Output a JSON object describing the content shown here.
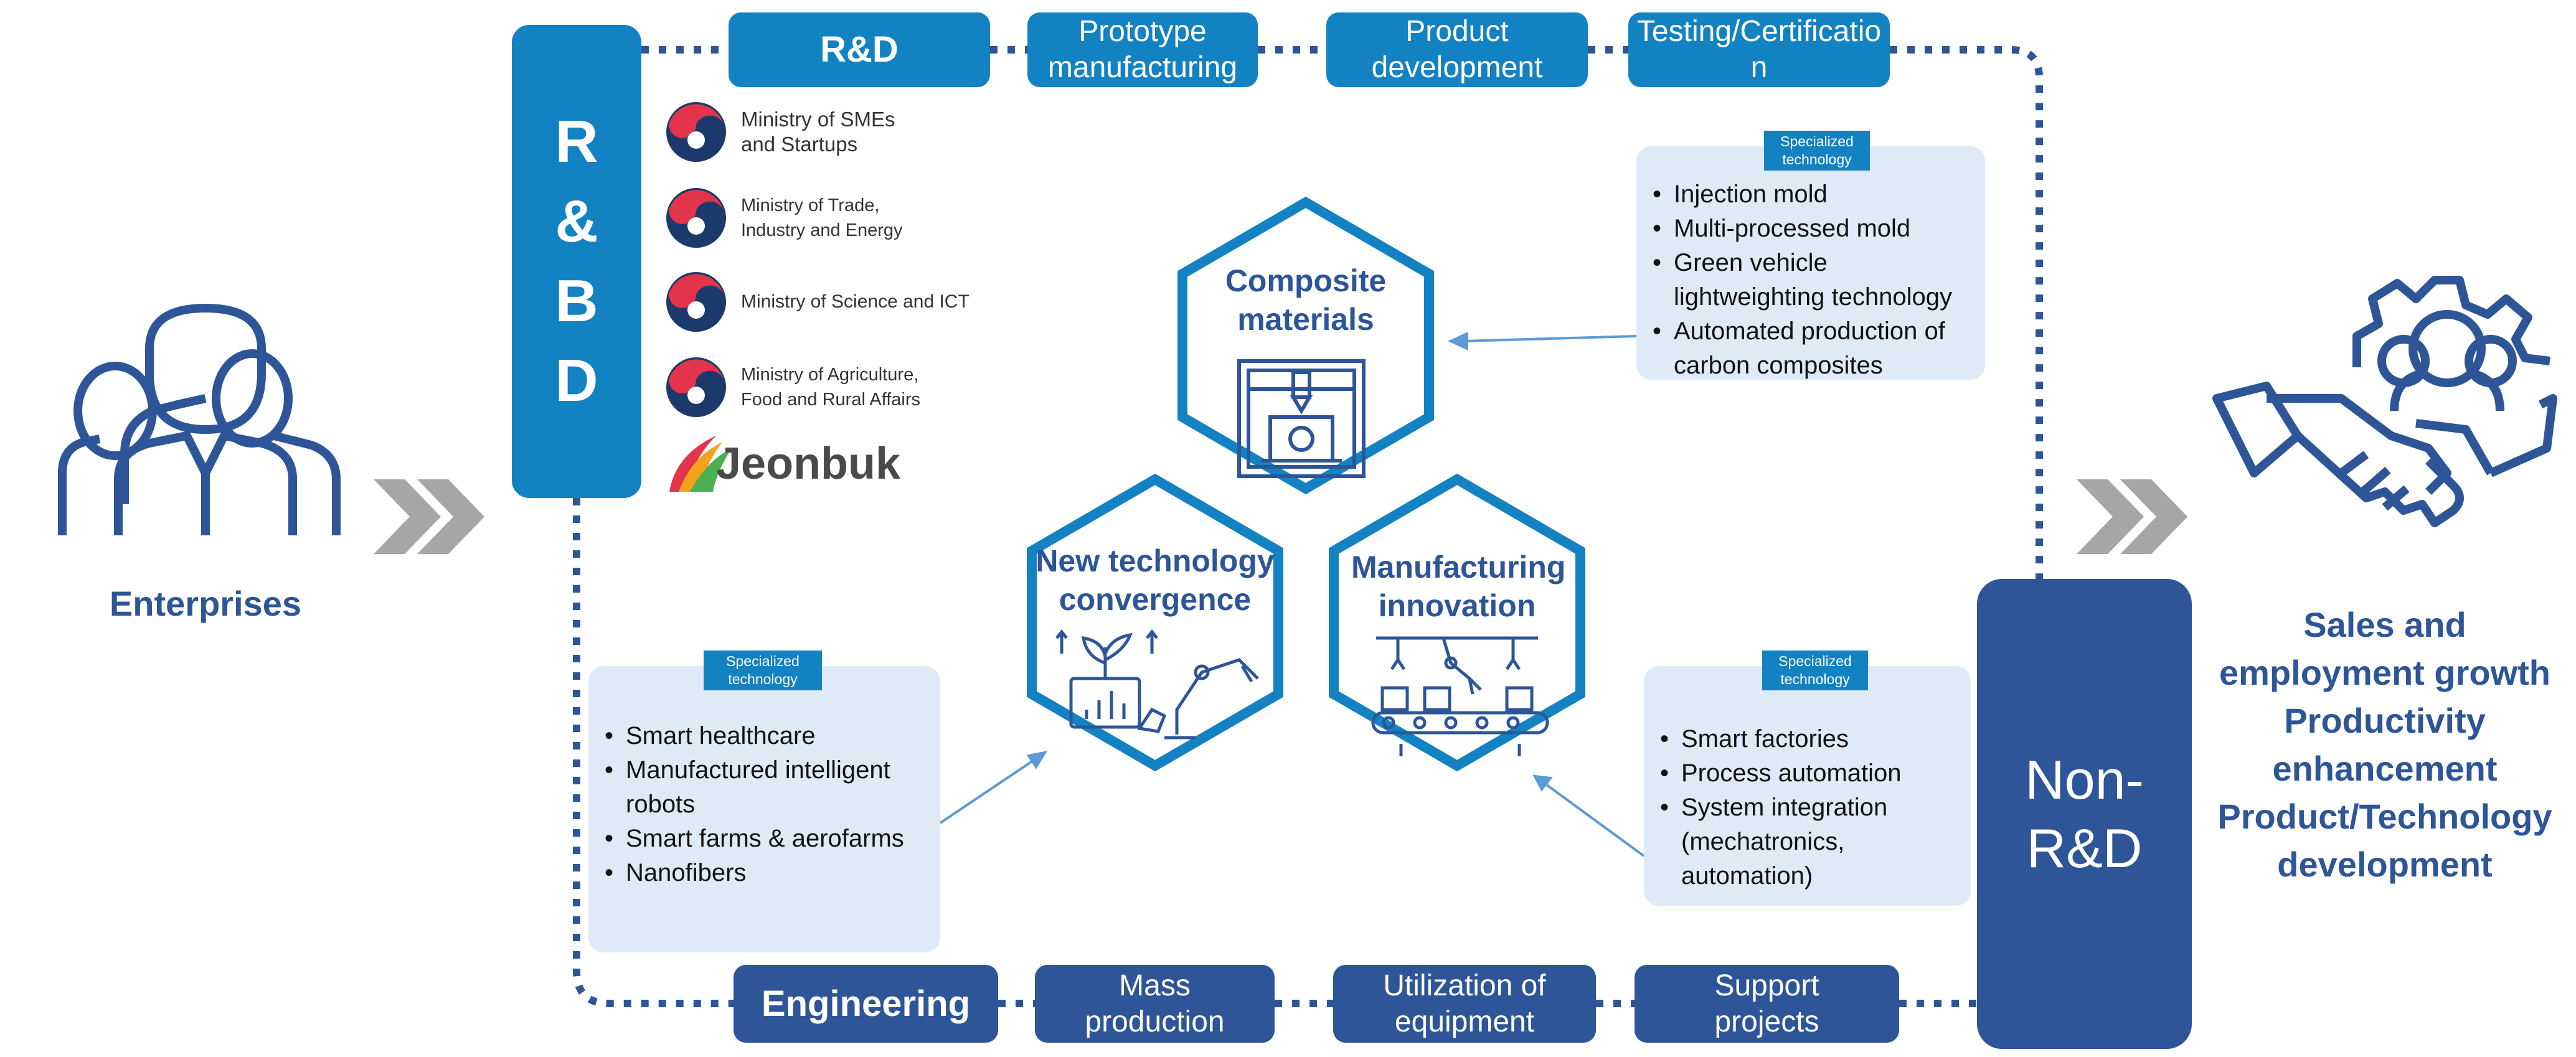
{
  "colors": {
    "accent_blue": "#1382c2",
    "dark_blue": "#2d5597",
    "panel_bg": "#deebf7",
    "chevron_gray": "#a6a6a6"
  },
  "rbd": {
    "letters": [
      "R",
      "&",
      "B",
      "D"
    ]
  },
  "non_rd": {
    "label": "Non-R&D"
  },
  "top_row": {
    "rd": "R&D",
    "prototype": "Prototype manufacturing",
    "product": "Product development",
    "testing": "Testing/Certification"
  },
  "bottom_row": {
    "engineering": "Engineering",
    "mass": "Mass production",
    "equipment": "Utilization of equipment",
    "support": "Support projects"
  },
  "ministries": [
    {
      "name": "Ministry of SMEs and Startups",
      "icon": "korea-emblem-icon"
    },
    {
      "name": "Ministry of Trade, Industry and Energy",
      "icon": "korea-emblem-icon"
    },
    {
      "name": "Ministry of Science and ICT",
      "icon": "korea-emblem-icon"
    },
    {
      "name": "Ministry of Agriculture, Food and Rural Affairs",
      "icon": "korea-emblem-icon"
    }
  ],
  "jeonbuk": {
    "name": "Jeonbuk"
  },
  "enterprises": {
    "label": "Enterprises",
    "icon": "people-group-icon"
  },
  "outcomes": {
    "lines": [
      "Sales and",
      "employment growth",
      "Productivity",
      "enhancement",
      "Product/Technology",
      "development"
    ],
    "icon": "handshake-gear-icon"
  },
  "hexagons": {
    "composite": {
      "label": "Composite materials",
      "icon": "3d-printer-icon"
    },
    "convergence": {
      "label": "New technology convergence",
      "icon": "smart-farm-robot-icon"
    },
    "manufacturing": {
      "label": "Manufacturing innovation",
      "icon": "robot-conveyor-icon"
    }
  },
  "panels": {
    "tag_label": "Specialized technology",
    "composite": [
      "Injection mold",
      "Multi-processed mold",
      "Green vehicle lightweighting technology",
      "Automated production of carbon composites"
    ],
    "convergence": [
      "Smart healthcare",
      "Manufactured intelligent robots",
      "Smart farms & aerofarms",
      "Nanofibers"
    ],
    "manufacturing": [
      "Smart factories",
      "Process automation",
      "System integration (mechatronics, automation)"
    ]
  }
}
